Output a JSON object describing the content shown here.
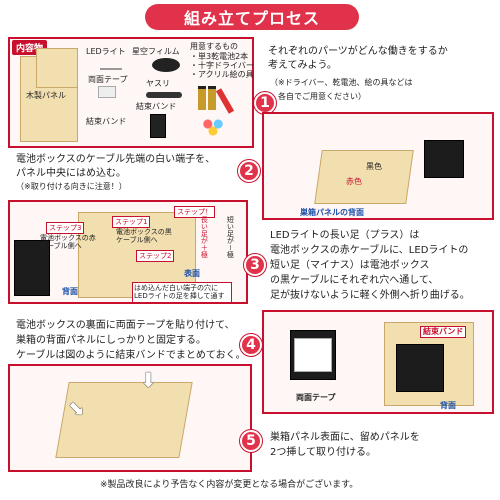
{
  "title": "組み立てプロセス",
  "contents": {
    "label": "内容物",
    "items": [
      "木製パネル",
      "LEDライト",
      "星空フィルム",
      "両面テープ",
      "ヤスリ",
      "結束バンド",
      "結束バンド"
    ],
    "prepare_title": "用意するもの",
    "prepare_items": [
      "・単3乾電池2本",
      "・十字ドライバー",
      "・アクリル絵の具"
    ]
  },
  "intro": {
    "line1": "それぞれのパーツがどんな働きをするか",
    "line2": "考えてみよう。",
    "note1": "（※ドライバー、乾電池、絵の具などは",
    "note2": "各自でご用意ください）"
  },
  "step1": {
    "num": "1",
    "colors": [
      "黒色",
      "赤色"
    ],
    "panel_label": "巣箱パネルの背面",
    "text1": "電池ボックスのケーブル先端の白い端子を、",
    "text2": "パネル中央にはめ込む。",
    "note": "（※取り付ける向きに注意！）"
  },
  "step2": {
    "num": "2",
    "step3_tag": "ステップ3",
    "step3_text": "電池ボックスの赤ケーブル側へ",
    "step1_tag": "ステップ1",
    "step1_text": "電池ボックスの黒ケーブル側へ",
    "stepx": "ステップ！",
    "step2_tag": "ステップ2",
    "long_leg": "長い足が＋極",
    "short_leg": "短い足が－極",
    "front": "表面",
    "back": "背面",
    "note": "はめ込んだ白い端子の穴にLEDライトの足を挿して通す",
    "text1": "LEDライトの長い足（プラス）は",
    "text2": "電池ボックスの赤ケーブルに、LEDライトの",
    "text3": "短い足（マイナス）は電池ボックス",
    "text4": "の黒ケーブルにそれぞれ穴へ通して、",
    "text5": "足が抜けないように軽く外側へ折り曲げる。"
  },
  "step3": {
    "num": "3",
    "text1": "電池ボックスの裏面に両面テープを貼り付けて、",
    "text2": "巣箱の背面パネルにしっかりと固定する。",
    "text3": "ケーブルは図のように結束バンドでまとめておく。",
    "tape": "両面テープ",
    "band": "結束バンド",
    "back": "背面"
  },
  "step4": {
    "num": "4",
    "text1": "巣箱パネル表面に、留めパネルを",
    "text2": "2つ挿して取り付ける。"
  },
  "step5": {
    "num": "5"
  },
  "footer": "※製品改良により予告なく内容が変更となる場合がございます。"
}
